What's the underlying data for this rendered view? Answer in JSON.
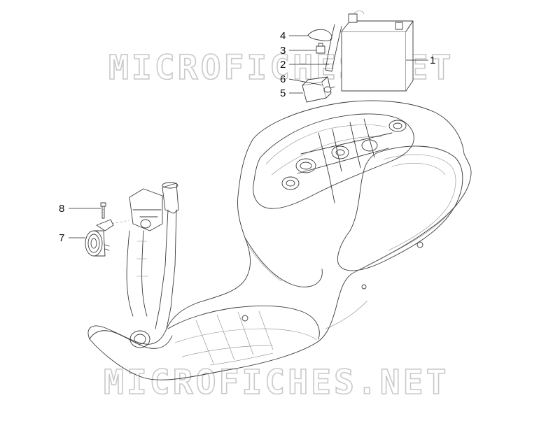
{
  "watermark": {
    "top_text": "MICROFICHES.NET",
    "bottom_text": "MICROFICHES.NET"
  },
  "callouts": [
    {
      "id": "4",
      "label": "4"
    },
    {
      "id": "3",
      "label": "3"
    },
    {
      "id": "2",
      "label": "2"
    },
    {
      "id": "1",
      "label": "1"
    },
    {
      "id": "6",
      "label": "6"
    },
    {
      "id": "5",
      "label": "5"
    },
    {
      "id": "8",
      "label": "8"
    },
    {
      "id": "7",
      "label": "7"
    }
  ],
  "colors": {
    "line": "#3a3a3a",
    "watermark": "#c9c9c9",
    "background": "#ffffff"
  }
}
